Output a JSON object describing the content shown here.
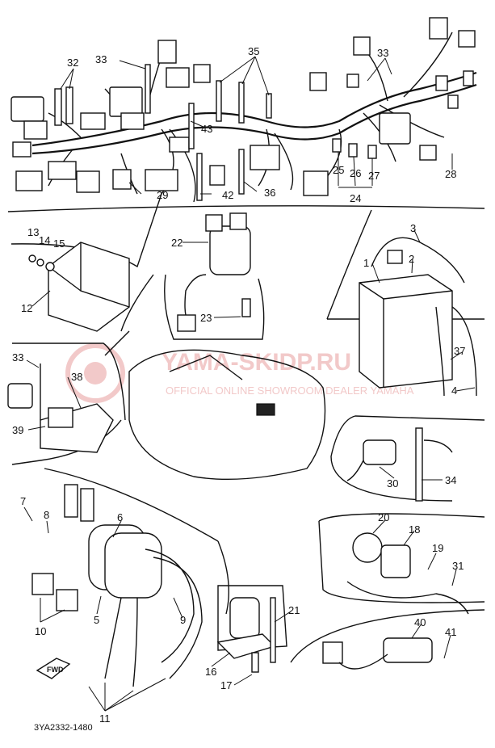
{
  "diagram_code": "3YA2332-1480",
  "fwd_label": "FWD",
  "watermark": {
    "main": "YAMA-SKIDP.RU",
    "sub": "OFFICIAL ONLINE SHOWROOM DEALER YAMAHA"
  },
  "callouts": {
    "n1": "1",
    "n2": "2",
    "n3": "3",
    "n4": "4",
    "n5": "5",
    "n6": "6",
    "n7": "7",
    "n8": "8",
    "n9": "9",
    "n10": "10",
    "n11": "11",
    "n12": "12",
    "n13": "13",
    "n14": "14",
    "n15": "15",
    "n16": "16",
    "n17": "17",
    "n18": "18",
    "n19": "19",
    "n20": "20",
    "n21": "21",
    "n22": "22",
    "n23": "23",
    "n24": "24",
    "n25": "25",
    "n26": "26",
    "n27": "27",
    "n28": "28",
    "n29": "29",
    "n30": "30",
    "n31": "31",
    "n32": "32",
    "n33a": "33",
    "n33b": "33",
    "n33c": "33",
    "n34": "34",
    "n35": "35",
    "n36": "36",
    "n37": "37",
    "n38": "38",
    "n39": "39",
    "n40": "40",
    "n41": "41",
    "n42": "42",
    "n43": "43"
  }
}
